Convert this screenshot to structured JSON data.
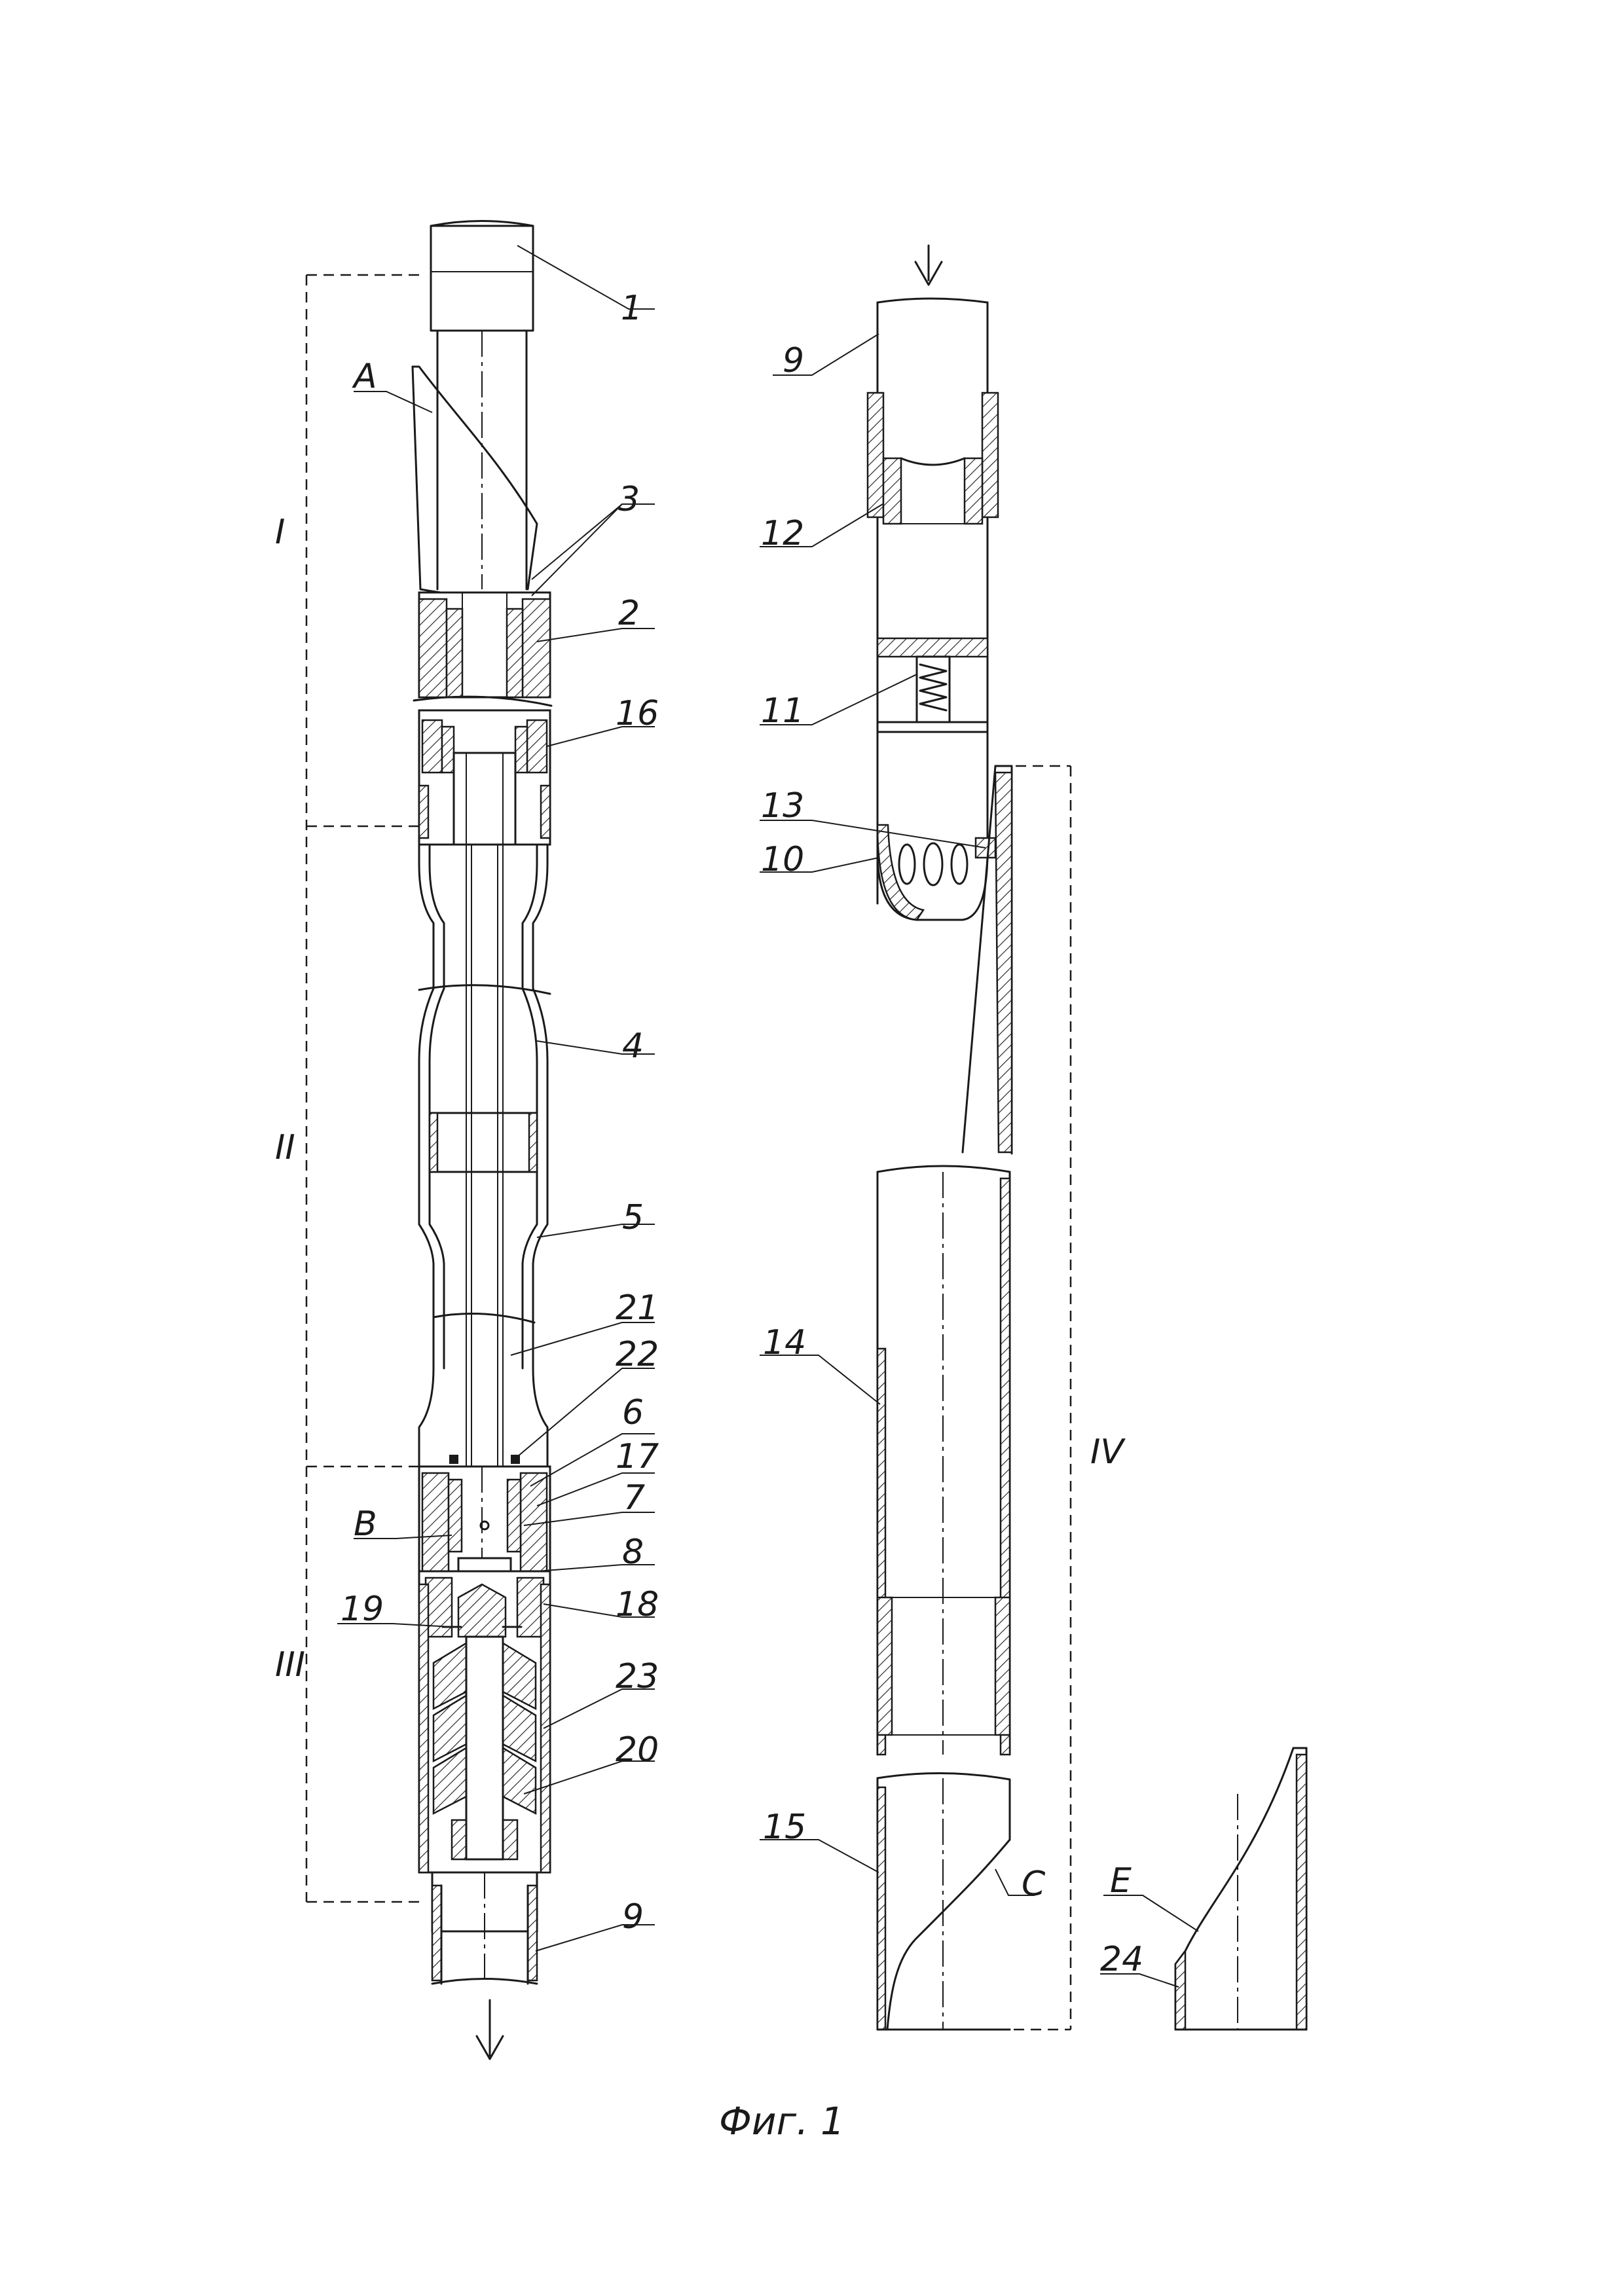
{
  "figure": {
    "caption": "Фиг. 1",
    "section_labels": [
      "I",
      "II",
      "III",
      "IV"
    ],
    "part_numbers": [
      "1",
      "2",
      "3",
      "4",
      "5",
      "6",
      "7",
      "8",
      "9",
      "9",
      "10",
      "11",
      "12",
      "13",
      "14",
      "15",
      "16",
      "17",
      "18",
      "19",
      "20",
      "21",
      "22",
      "23",
      "24"
    ],
    "detail_letters": [
      "A",
      "B",
      "C",
      "E"
    ]
  }
}
